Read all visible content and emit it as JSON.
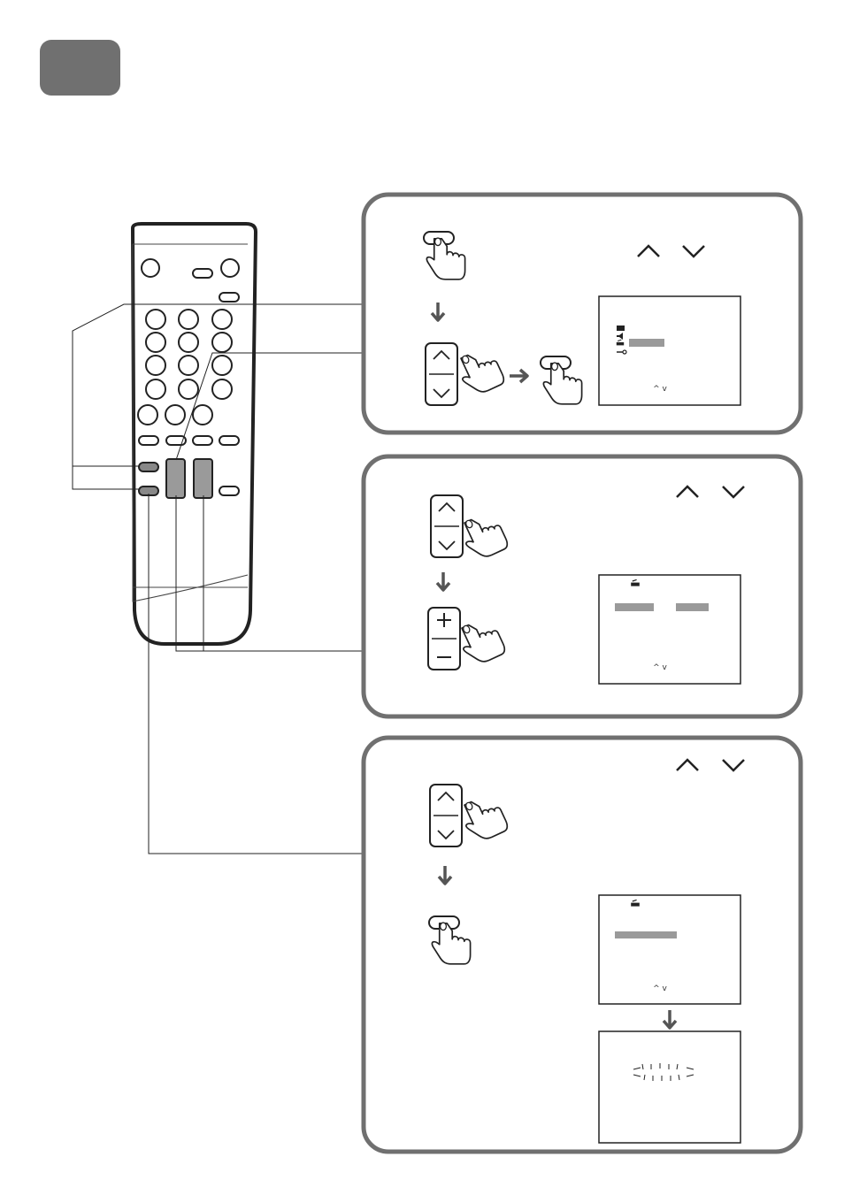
{
  "colors": {
    "background": "#ffffff",
    "step_tab": "#707070",
    "panel_border": "#707070",
    "line": "#222222",
    "highlight": "#9a9a9a",
    "arrow": "#555555"
  },
  "step_tab": {
    "label": ""
  },
  "remote": {
    "button_rows": 8,
    "highlighted_keys": [
      "up-down-key",
      "plus-minus-key"
    ]
  },
  "panels": [
    {
      "id": "panel-1",
      "direction_keys": [
        "up-key",
        "down-key"
      ],
      "steps": [
        "press-menu-button",
        "select-with-up-down-key",
        "confirm-with-ok-button"
      ],
      "screen": {
        "nav_hint": "^ v",
        "icons": [
          "picture-icon",
          "sound-icon",
          "setup-icon",
          "key-icon"
        ]
      }
    },
    {
      "id": "panel-2",
      "direction_keys": [
        "up-key",
        "down-key"
      ],
      "steps": [
        "select-with-up-down-key",
        "adjust-with-plus-minus-key"
      ],
      "screen": {
        "nav_hint": "^ v",
        "icons": [
          "setup-icon"
        ]
      }
    },
    {
      "id": "panel-3",
      "direction_keys": [
        "up-key",
        "down-key"
      ],
      "steps": [
        "select-with-up-down-key",
        "press-ok-button"
      ],
      "screen": {
        "nav_hint": "^ v",
        "icons": [
          "setup-icon"
        ]
      },
      "result_screen": {
        "state": "flashing"
      }
    }
  ]
}
